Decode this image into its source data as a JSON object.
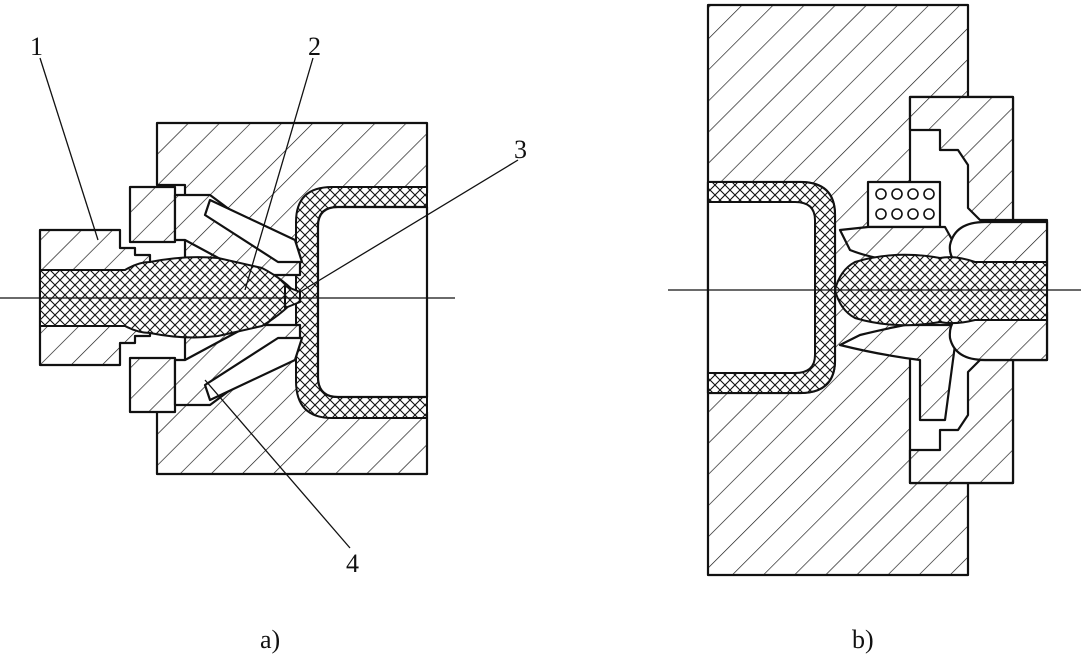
{
  "figure": {
    "callouts": {
      "part1": "1",
      "part2": "2",
      "part3": "3",
      "part4": "4"
    },
    "captions": {
      "a": "a)",
      "b": "b)"
    }
  },
  "colors": {
    "line": "#111111",
    "background": "#ffffff"
  }
}
